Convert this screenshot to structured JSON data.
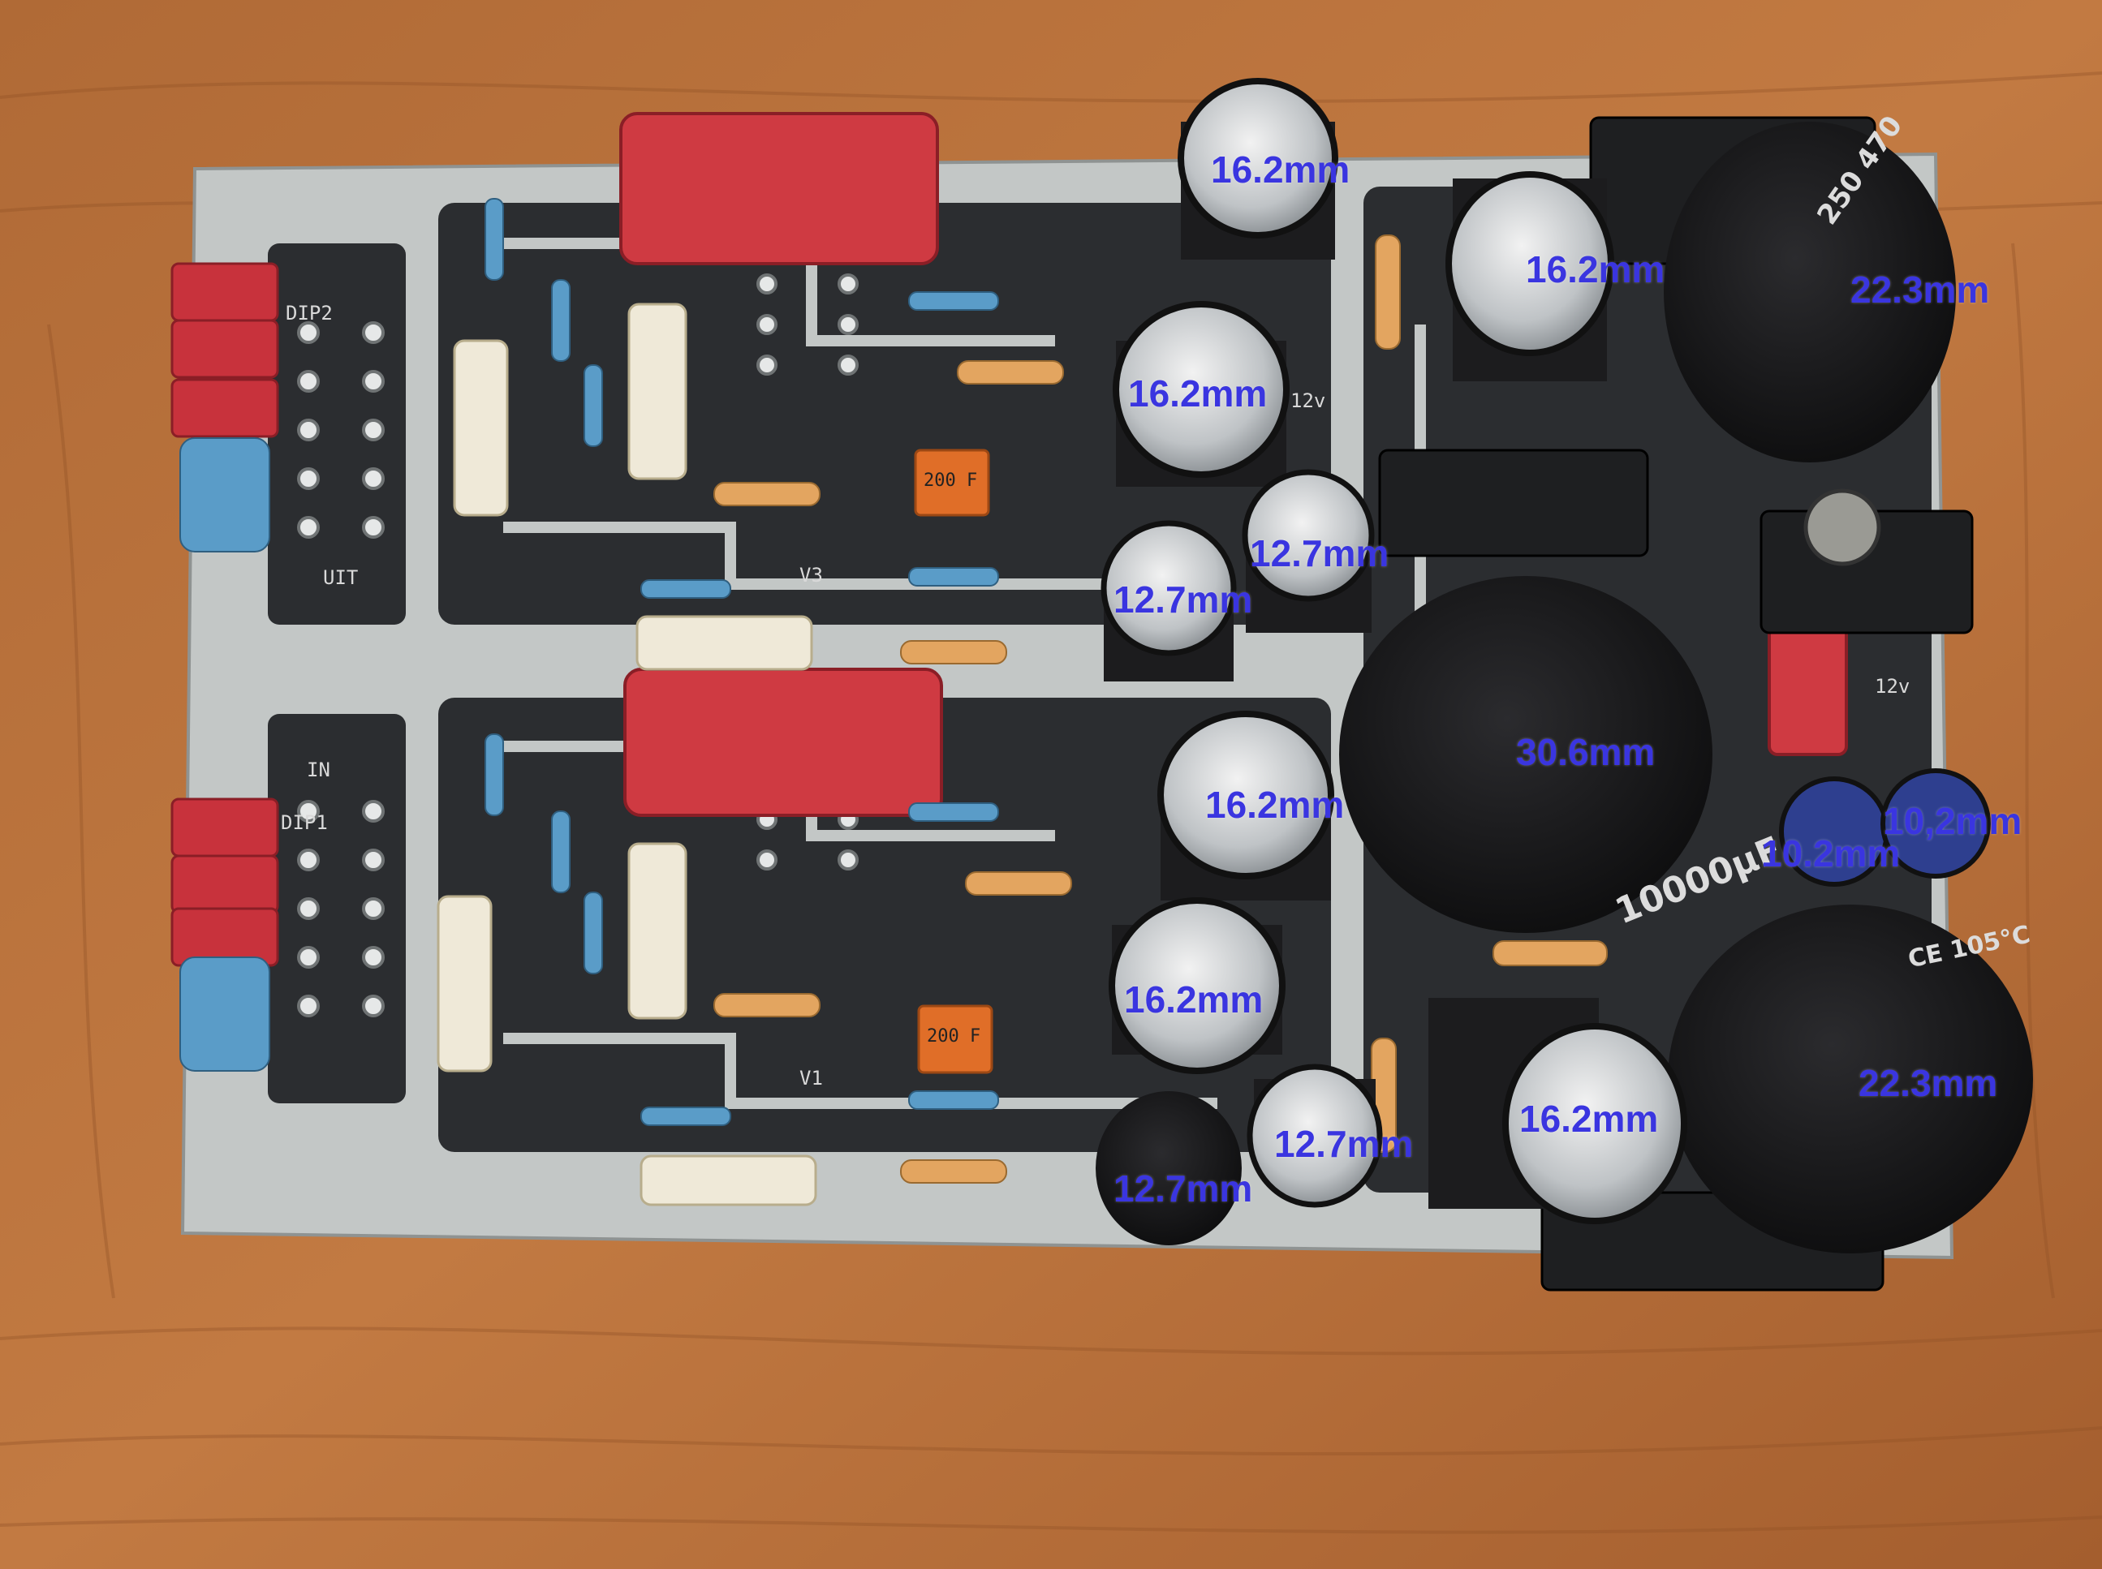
{
  "colors": {
    "label": "#3a35e0",
    "wood": "#b9703a",
    "board": "#b9bdbc",
    "trace": "#2a2c2e",
    "cap_red": "#c8323c",
    "cap_orange": "#e06e28",
    "electrolytic": "#1c1c1e"
  },
  "labels": [
    {
      "id": "cap-top-1",
      "text": "16.2mm"
    },
    {
      "id": "cap-top-2",
      "text": "16.2mm"
    },
    {
      "id": "cap-top-3",
      "text": "22.3mm"
    },
    {
      "id": "cap-mid-1",
      "text": "16.2mm"
    },
    {
      "id": "cap-mid-2",
      "text": "12.7mm"
    },
    {
      "id": "cap-mid-3",
      "text": "12.7mm"
    },
    {
      "id": "cap-big",
      "text": "30.6mm"
    },
    {
      "id": "cap-mid-4",
      "text": "16.2mm"
    },
    {
      "id": "cap-small-1",
      "text": "10,2mm"
    },
    {
      "id": "cap-small-2",
      "text": "10.2mm"
    },
    {
      "id": "cap-low-1",
      "text": "16.2mm"
    },
    {
      "id": "cap-low-2",
      "text": "22.3mm"
    },
    {
      "id": "cap-low-3",
      "text": "16.2mm"
    },
    {
      "id": "cap-low-4",
      "text": "12.7mm"
    },
    {
      "id": "cap-low-5",
      "text": "12.7mm"
    }
  ],
  "silkscreen": {
    "dip2": "DIP2",
    "dip1": "DIP1",
    "uit": "UIT",
    "in": "IN",
    "v3": "V3",
    "v1": "V1",
    "v12_top": "12v",
    "v12_mid": "12v",
    "cap_value": "10000µF",
    "cap_rating": "CE 105°C",
    "cap_rating_top": "250 470",
    "orange_cap_1": "200 F",
    "orange_cap_2": "200 F"
  }
}
